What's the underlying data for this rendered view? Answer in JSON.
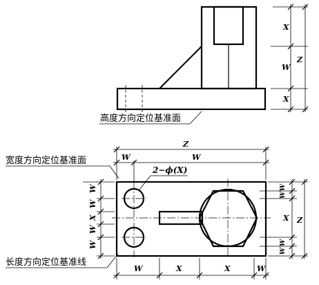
{
  "front_view": {
    "height_datum_label": "高度方向定位基准面",
    "dims": {
      "x_top": "X",
      "w_mid": "W",
      "x_bottom": "X",
      "z_total": "Z"
    }
  },
  "top_view": {
    "width_datum_label": "宽度方向定位基准面",
    "length_datum_label": "长度方向定位基准线",
    "hole_note": "2−ϕ(X)",
    "dims": {
      "z_overall": "Z",
      "w_top_left": "W",
      "w_top_right": "W",
      "left": [
        "W",
        "W",
        "X",
        "W",
        "W"
      ],
      "right_top": [
        "W",
        "W"
      ],
      "right_x": "X",
      "right_z": "Z",
      "right_bottom": [
        "W",
        "W"
      ],
      "bottom": [
        "W",
        "X",
        "X",
        "W"
      ]
    }
  }
}
